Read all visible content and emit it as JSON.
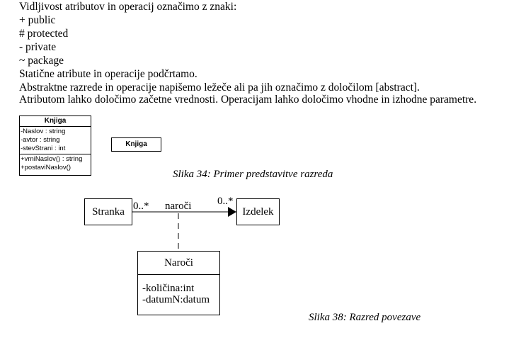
{
  "text": {
    "top_fragment": "",
    "lines": [
      "Vidljivost atributov in operacij označimo z znaki:",
      "+ public",
      "# protected",
      "- private",
      "~ package",
      "Statične atribute in operacije podčrtamo.",
      "Abstraktne razrede in operacije napišemo ležeče ali pa jih označimo z določilom [abstract].",
      "Atributom lahko določimo začetne vrednosti. Operacijam lahko določimo vhodne in izhodne parametre."
    ]
  },
  "figure34": {
    "class_full": {
      "name": "Knjiga",
      "attributes": [
        "-Naslov : string",
        "-avtor : string",
        "-stevStrani : int"
      ],
      "operations": [
        "+vrniNaslov() : string",
        "+postaviNaslov()"
      ]
    },
    "class_compact": {
      "name": "Knjiga"
    },
    "caption": "Slika 34: Primer predstavitve razreda"
  },
  "figure38": {
    "left_class": "Stranka",
    "right_class": "Izdelek",
    "left_multiplicity": "0..*",
    "right_multiplicity": "0..*",
    "association_name": "naroči",
    "assoc_class": {
      "name": "Naroči",
      "attributes": [
        "-količina:int",
        "-datumN:datum"
      ]
    },
    "caption": "Slika 38: Razred povezave"
  }
}
